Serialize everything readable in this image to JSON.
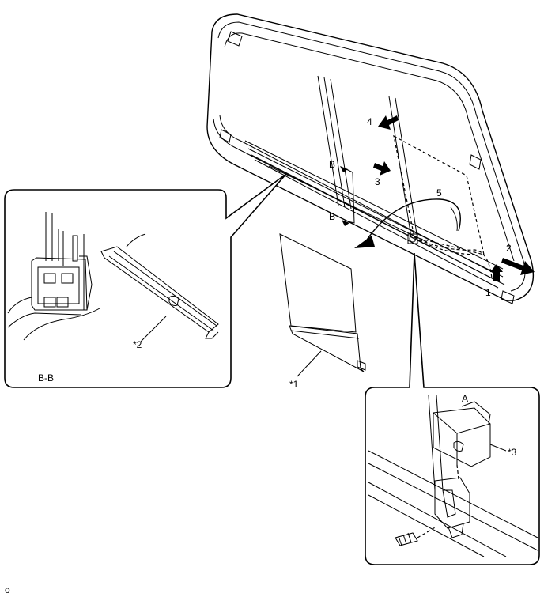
{
  "labels": {
    "step1": "1",
    "step2": "2",
    "step3": "3",
    "step4": "4",
    "step5": "5",
    "section_top": "B",
    "section_bottom": "B",
    "section_view": "B-B",
    "part1": "*1",
    "part2": "*2",
    "part3": "*3",
    "detail_a": "A",
    "figure_code": "o"
  }
}
